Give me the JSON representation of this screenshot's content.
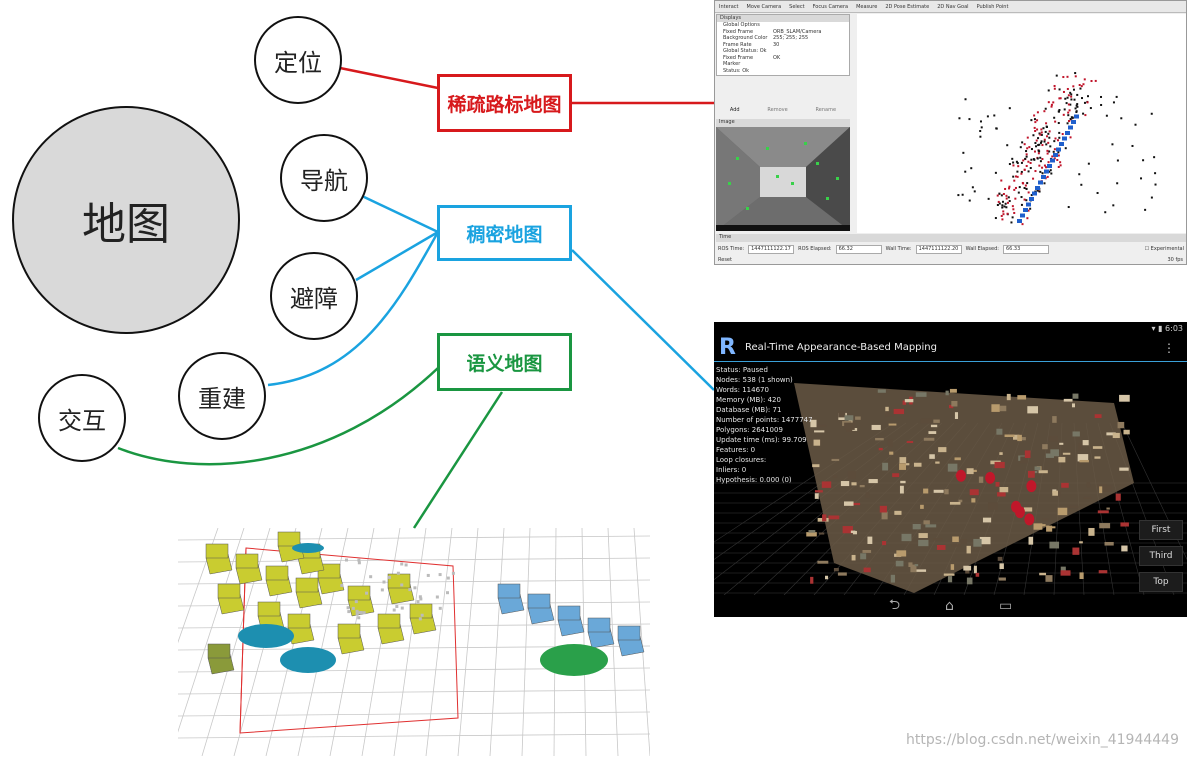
{
  "diagram": {
    "center": "地图",
    "functions": [
      "定位",
      "导航",
      "避障",
      "重建",
      "交互"
    ],
    "map_types": [
      {
        "label": "稀疏路标地图",
        "color": "#d7191c"
      },
      {
        "label": "稠密地图",
        "color": "#1aa3e0"
      },
      {
        "label": "语义地图",
        "color": "#1a9641"
      }
    ]
  },
  "rviz": {
    "toolbar": [
      "Interact",
      "Move Camera",
      "Select",
      "Focus Camera",
      "Measure",
      "2D Pose Estimate",
      "2D Nav Goal",
      "Publish Point"
    ],
    "displays_title": "Displays",
    "displays_rows": [
      {
        "key": "Global Options",
        "value": ""
      },
      {
        "key": "Fixed Frame",
        "value": "ORB_SLAM/Camera"
      },
      {
        "key": "Background Color",
        "value": "255; 255; 255"
      },
      {
        "key": "Frame Rate",
        "value": "30"
      },
      {
        "key": "Global Status: Ok",
        "value": ""
      },
      {
        "key": "Fixed Frame",
        "value": "OK"
      },
      {
        "key": "Marker",
        "value": ""
      },
      {
        "key": "Status: Ok",
        "value": ""
      }
    ],
    "buttons": [
      "Add",
      "Remove",
      "Rename"
    ],
    "image_title": "Image",
    "time_title": "Time",
    "ros_time_label": "ROS Time:",
    "ros_time": "1447111122.17",
    "ros_elapsed_label": "ROS Elapsed:",
    "ros_elapsed": "66.32",
    "wall_time_label": "Wall Time:",
    "wall_time": "1447111122.20",
    "wall_elapsed_label": "Wall Elapsed:",
    "wall_elapsed": "66.33",
    "experimental": "Experimental",
    "reset": "Reset",
    "fps": "30 fps"
  },
  "android": {
    "clock": "6:03",
    "app_logo": "R",
    "app_title": "Real-Time Appearance-Based Mapping",
    "stats": [
      "Status: Paused",
      "Nodes: 538 (1 shown)",
      "Words: 114670",
      "Memory (MB): 420",
      "Database (MB): 71",
      "Number of points: 1477747",
      "Polygons: 2641009",
      "Update time (ms): 99.709",
      "Features: 0",
      "Loop closures:",
      "Inliers: 0",
      "Hypothesis: 0.000 (0)"
    ],
    "view_buttons": [
      "First",
      "Third",
      "Top"
    ]
  },
  "watermark": "https://blog.csdn.net/weixin_41944449"
}
